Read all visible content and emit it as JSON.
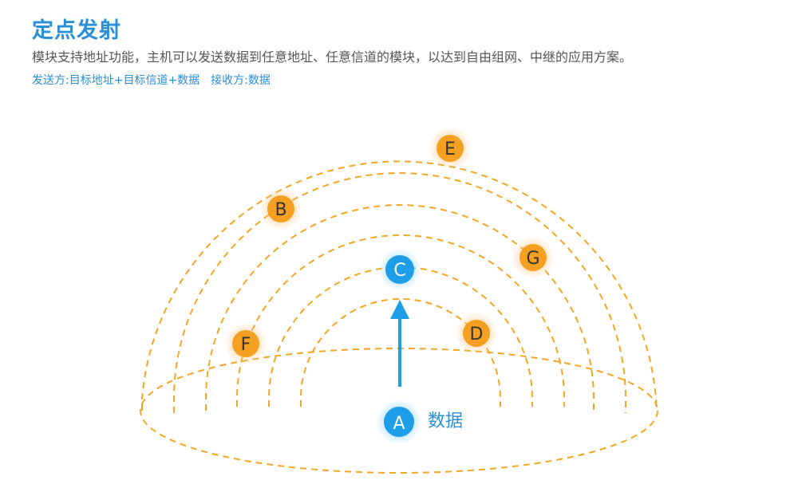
{
  "header": {
    "title": "定点发射",
    "description": "模块支持地址功能，主机可以发送数据到任意地址、任意信道的模块，以达到自由组网、中继的应用方案。",
    "sender": "发送方:目标地址+目标信道+数据",
    "receiver": "接收方:数据"
  },
  "nodes": {
    "a": "A",
    "b": "B",
    "c": "C",
    "d": "D",
    "e": "E",
    "f": "F",
    "g": "G"
  },
  "data_label": "数据",
  "colors": {
    "orange": "#f5a020",
    "blue": "#1e9ee8",
    "title_blue": "#2a8fd8",
    "dash": "#f5a623"
  }
}
